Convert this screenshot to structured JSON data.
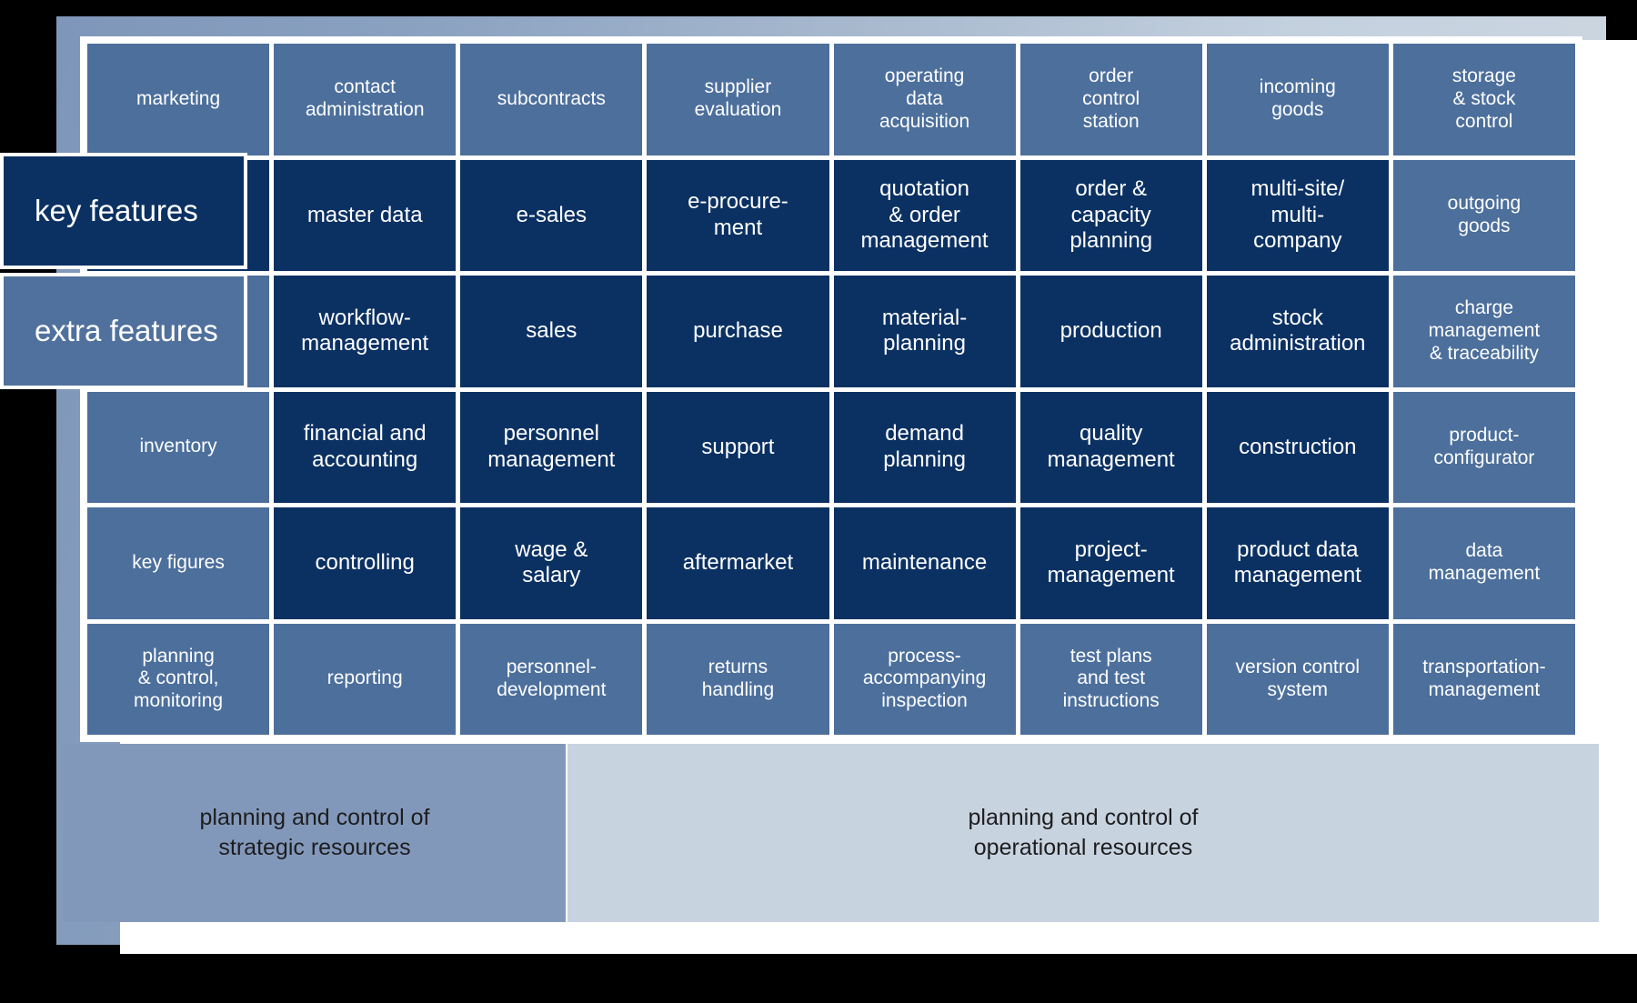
{
  "diagram": {
    "title_hidden": "",
    "colors": {
      "cell_light": "#4c6f9c",
      "cell_dark": "#0b3163",
      "band_strategic": "#8298bb",
      "band_operational": "#c8d3e0",
      "frame_left": "#7e96b9",
      "frame_right": "#cfd8e2",
      "gutter": "#ffffff",
      "cell_text": "#ffffff",
      "band_text": "#1d1d1d"
    },
    "side_labels": [
      {
        "id": "key-features",
        "label": "key features",
        "tone": "dark"
      },
      {
        "id": "extra-features",
        "label": "extra features",
        "tone": "light"
      }
    ],
    "bands": [
      {
        "id": "strategic",
        "label": "planning and control of\nstrategic resources"
      },
      {
        "id": "operational",
        "label": "planning and control of\noperational resources"
      }
    ],
    "grid": {
      "columns": 8,
      "rows": 6,
      "cells": [
        {
          "r": 1,
          "c": 1,
          "label": "marketing",
          "tone": "light"
        },
        {
          "r": 1,
          "c": 2,
          "label": "contact\nadministration",
          "tone": "light"
        },
        {
          "r": 1,
          "c": 3,
          "label": "subcontracts",
          "tone": "light"
        },
        {
          "r": 1,
          "c": 4,
          "label": "supplier\nevaluation",
          "tone": "light"
        },
        {
          "r": 1,
          "c": 5,
          "label": "operating\ndata\nacquisition",
          "tone": "light"
        },
        {
          "r": 1,
          "c": 6,
          "label": "order\ncontrol\nstation",
          "tone": "light"
        },
        {
          "r": 1,
          "c": 7,
          "label": "incoming\ngoods",
          "tone": "light"
        },
        {
          "r": 1,
          "c": 8,
          "label": "storage\n& stock\ncontrol",
          "tone": "light"
        },
        {
          "r": 2,
          "c": 1,
          "label": "",
          "tone": "dark"
        },
        {
          "r": 2,
          "c": 2,
          "label": "master data",
          "tone": "dark"
        },
        {
          "r": 2,
          "c": 3,
          "label": "e-sales",
          "tone": "dark"
        },
        {
          "r": 2,
          "c": 4,
          "label": "e-procure-\nment",
          "tone": "dark"
        },
        {
          "r": 2,
          "c": 5,
          "label": "quotation\n& order\nmanagement",
          "tone": "dark"
        },
        {
          "r": 2,
          "c": 6,
          "label": "order &\ncapacity\nplanning",
          "tone": "dark"
        },
        {
          "r": 2,
          "c": 7,
          "label": "multi-site/\nmulti-\ncompany",
          "tone": "dark"
        },
        {
          "r": 2,
          "c": 8,
          "label": "outgoing\ngoods",
          "tone": "light"
        },
        {
          "r": 3,
          "c": 1,
          "label": "",
          "tone": "light"
        },
        {
          "r": 3,
          "c": 2,
          "label": "workflow-\nmanagement",
          "tone": "dark"
        },
        {
          "r": 3,
          "c": 3,
          "label": "sales",
          "tone": "dark"
        },
        {
          "r": 3,
          "c": 4,
          "label": "purchase",
          "tone": "dark"
        },
        {
          "r": 3,
          "c": 5,
          "label": "material-\nplanning",
          "tone": "dark"
        },
        {
          "r": 3,
          "c": 6,
          "label": "production",
          "tone": "dark"
        },
        {
          "r": 3,
          "c": 7,
          "label": "stock\nadministration",
          "tone": "dark"
        },
        {
          "r": 3,
          "c": 8,
          "label": "charge\nmanagement\n& traceability",
          "tone": "light"
        },
        {
          "r": 4,
          "c": 1,
          "label": "inventory",
          "tone": "light"
        },
        {
          "r": 4,
          "c": 2,
          "label": "financial and\naccounting",
          "tone": "dark"
        },
        {
          "r": 4,
          "c": 3,
          "label": "personnel\nmanagement",
          "tone": "dark"
        },
        {
          "r": 4,
          "c": 4,
          "label": "support",
          "tone": "dark"
        },
        {
          "r": 4,
          "c": 5,
          "label": "demand\nplanning",
          "tone": "dark"
        },
        {
          "r": 4,
          "c": 6,
          "label": "quality\nmanagement",
          "tone": "dark"
        },
        {
          "r": 4,
          "c": 7,
          "label": "construction",
          "tone": "dark"
        },
        {
          "r": 4,
          "c": 8,
          "label": "product-\nconfigurator",
          "tone": "light"
        },
        {
          "r": 5,
          "c": 1,
          "label": "key figures",
          "tone": "light"
        },
        {
          "r": 5,
          "c": 2,
          "label": "controlling",
          "tone": "dark"
        },
        {
          "r": 5,
          "c": 3,
          "label": "wage &\nsalary",
          "tone": "dark"
        },
        {
          "r": 5,
          "c": 4,
          "label": "aftermarket",
          "tone": "dark"
        },
        {
          "r": 5,
          "c": 5,
          "label": "maintenance",
          "tone": "dark"
        },
        {
          "r": 5,
          "c": 6,
          "label": "project-\nmanagement",
          "tone": "dark"
        },
        {
          "r": 5,
          "c": 7,
          "label": "product data\nmanagement",
          "tone": "dark"
        },
        {
          "r": 5,
          "c": 8,
          "label": "data\nmanagement",
          "tone": "light"
        },
        {
          "r": 6,
          "c": 1,
          "label": "planning\n& control,\nmonitoring",
          "tone": "light"
        },
        {
          "r": 6,
          "c": 2,
          "label": "reporting",
          "tone": "light"
        },
        {
          "r": 6,
          "c": 3,
          "label": "personnel-\ndevelopment",
          "tone": "light"
        },
        {
          "r": 6,
          "c": 4,
          "label": "returns\nhandling",
          "tone": "light"
        },
        {
          "r": 6,
          "c": 5,
          "label": "process-\naccompanying\ninspection",
          "tone": "light"
        },
        {
          "r": 6,
          "c": 6,
          "label": "test plans\nand test\ninstructions",
          "tone": "light"
        },
        {
          "r": 6,
          "c": 7,
          "label": "version control\nsystem",
          "tone": "light"
        },
        {
          "r": 6,
          "c": 8,
          "label": "transportation-\nmanagement",
          "tone": "light"
        }
      ]
    }
  }
}
